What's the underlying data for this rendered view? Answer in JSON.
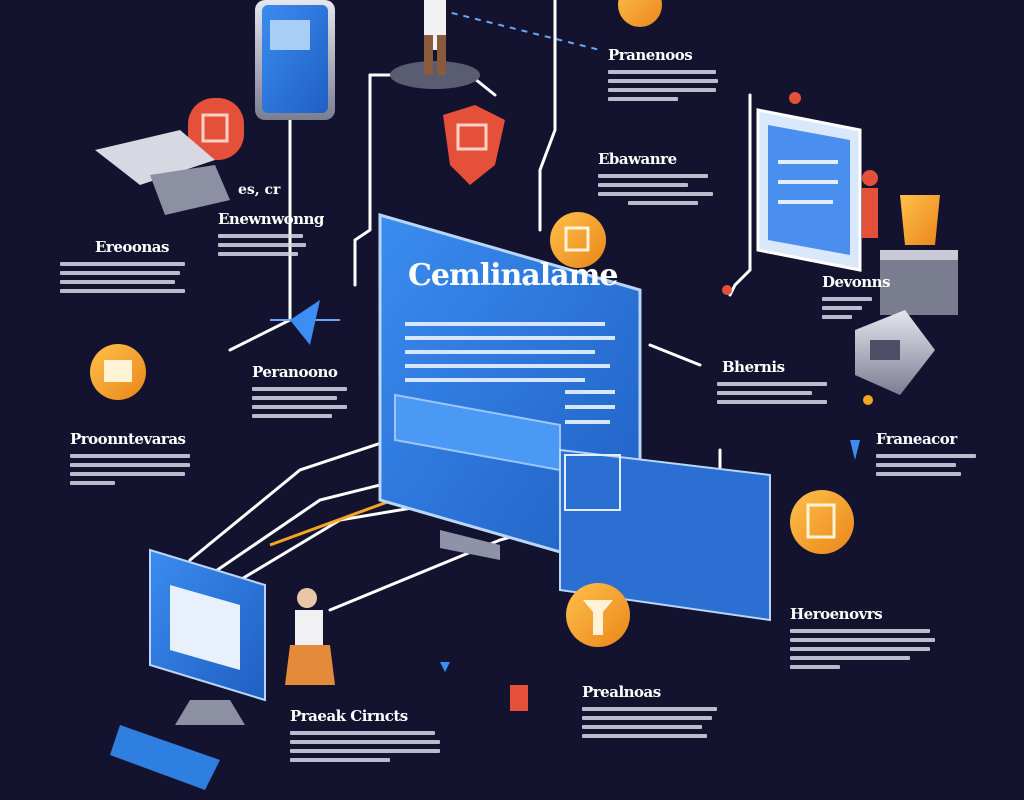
{
  "main_screen": {
    "title": "Cemlinalame"
  },
  "tag": "es, cr",
  "labels": [
    {
      "id": "top-center",
      "title": "Pranenoos",
      "lines": 4
    },
    {
      "id": "right-top",
      "title": "Ebawanre",
      "lines": 4
    },
    {
      "id": "left-upper",
      "title": "Enewnwonng",
      "lines": 3
    },
    {
      "id": "left-mid",
      "title": "Ereoonas",
      "lines": 4
    },
    {
      "id": "center-left",
      "title": "Peranoono",
      "lines": 4
    },
    {
      "id": "right-center",
      "title": "Bhernis",
      "lines": 3
    },
    {
      "id": "right-upper",
      "title": "Devonns",
      "lines": 3
    },
    {
      "id": "far-left",
      "title": "Proonntevaras",
      "lines": 4
    },
    {
      "id": "far-right",
      "title": "Franeacor",
      "lines": 3
    },
    {
      "id": "bottom-right",
      "title": "Heroenovrs",
      "lines": 5
    },
    {
      "id": "bottom-center",
      "title": "Prealnoas",
      "lines": 4
    },
    {
      "id": "bottom-left",
      "title": "Praeak Cirncts",
      "lines": 4
    }
  ],
  "colors": {
    "background": "#14132f",
    "screen_blue": "#2f7fe0",
    "accent_orange": "#f6a623",
    "accent_red": "#e5503a",
    "line": "#ffffff"
  }
}
